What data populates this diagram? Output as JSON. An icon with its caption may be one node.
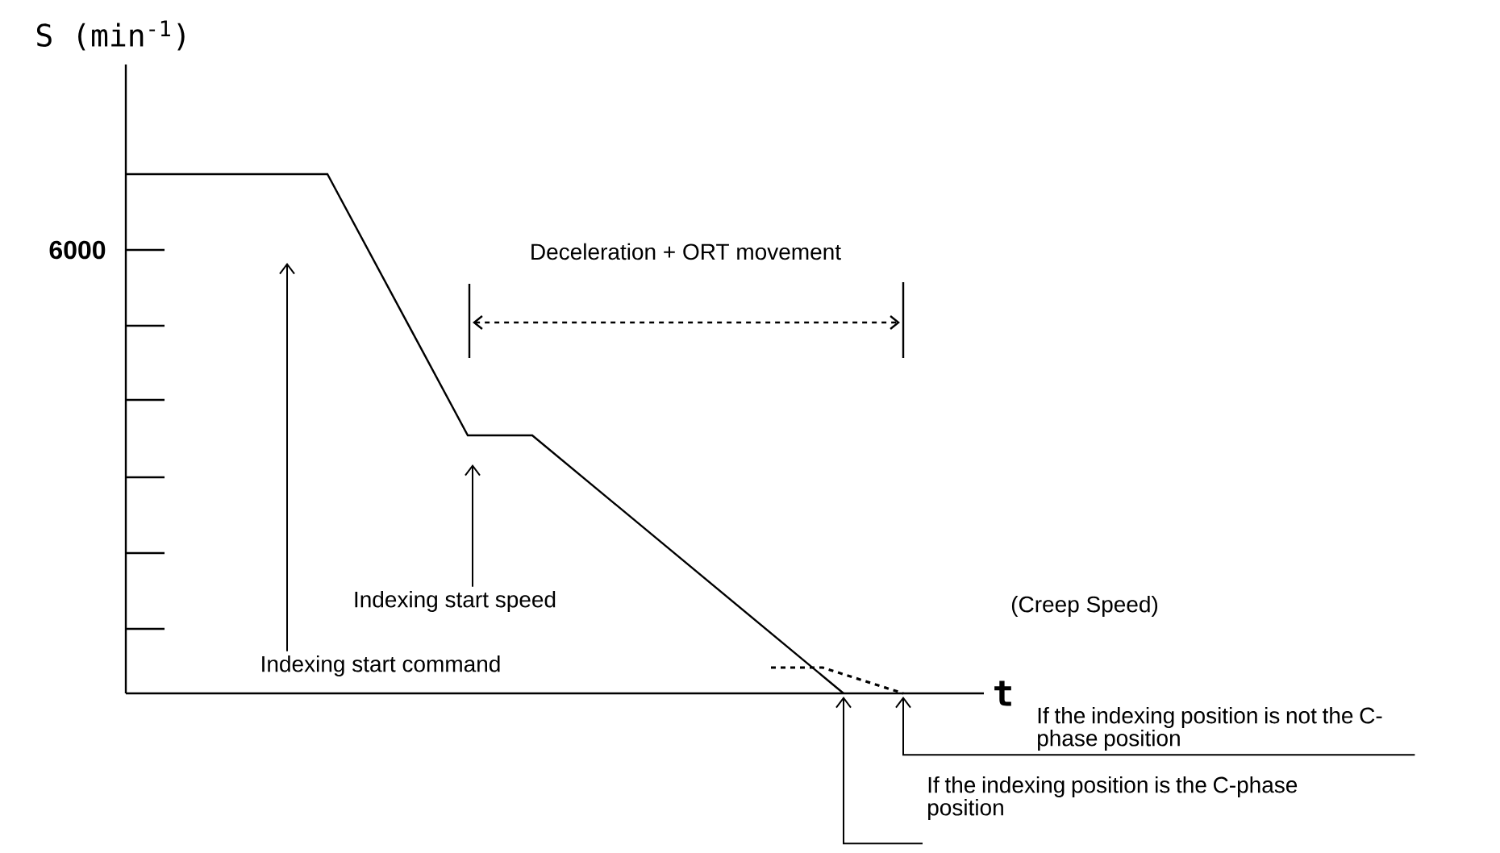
{
  "diagram": {
    "nodes": [
      {
        "text": [
          "Indexing start command"
        ]
      },
      {
        "text": [
          "Indexing start speed"
        ]
      },
      {
        "text": [
          "If the indexing position is not the C-phase position"
        ]
      },
      {
        "text": [
          "If the indexing position is the C-phase position"
        ]
      }
    ],
    "edges": [
      {
        "from": 0,
        "to": null,
        "arrow": "to"
      },
      {
        "from": 1,
        "to": null,
        "arrow": "to"
      },
      {
        "from": 2,
        "to": null,
        "arrow": "to"
      },
      {
        "from": 3,
        "to": null,
        "arrow": "to"
      }
    ],
    "labels": [
      "S (min$^{-1}$)",
      "6000",
      "Deceleration + ORT movement",
      "(Creep Speed)",
      "t"
    ]
  }
}
